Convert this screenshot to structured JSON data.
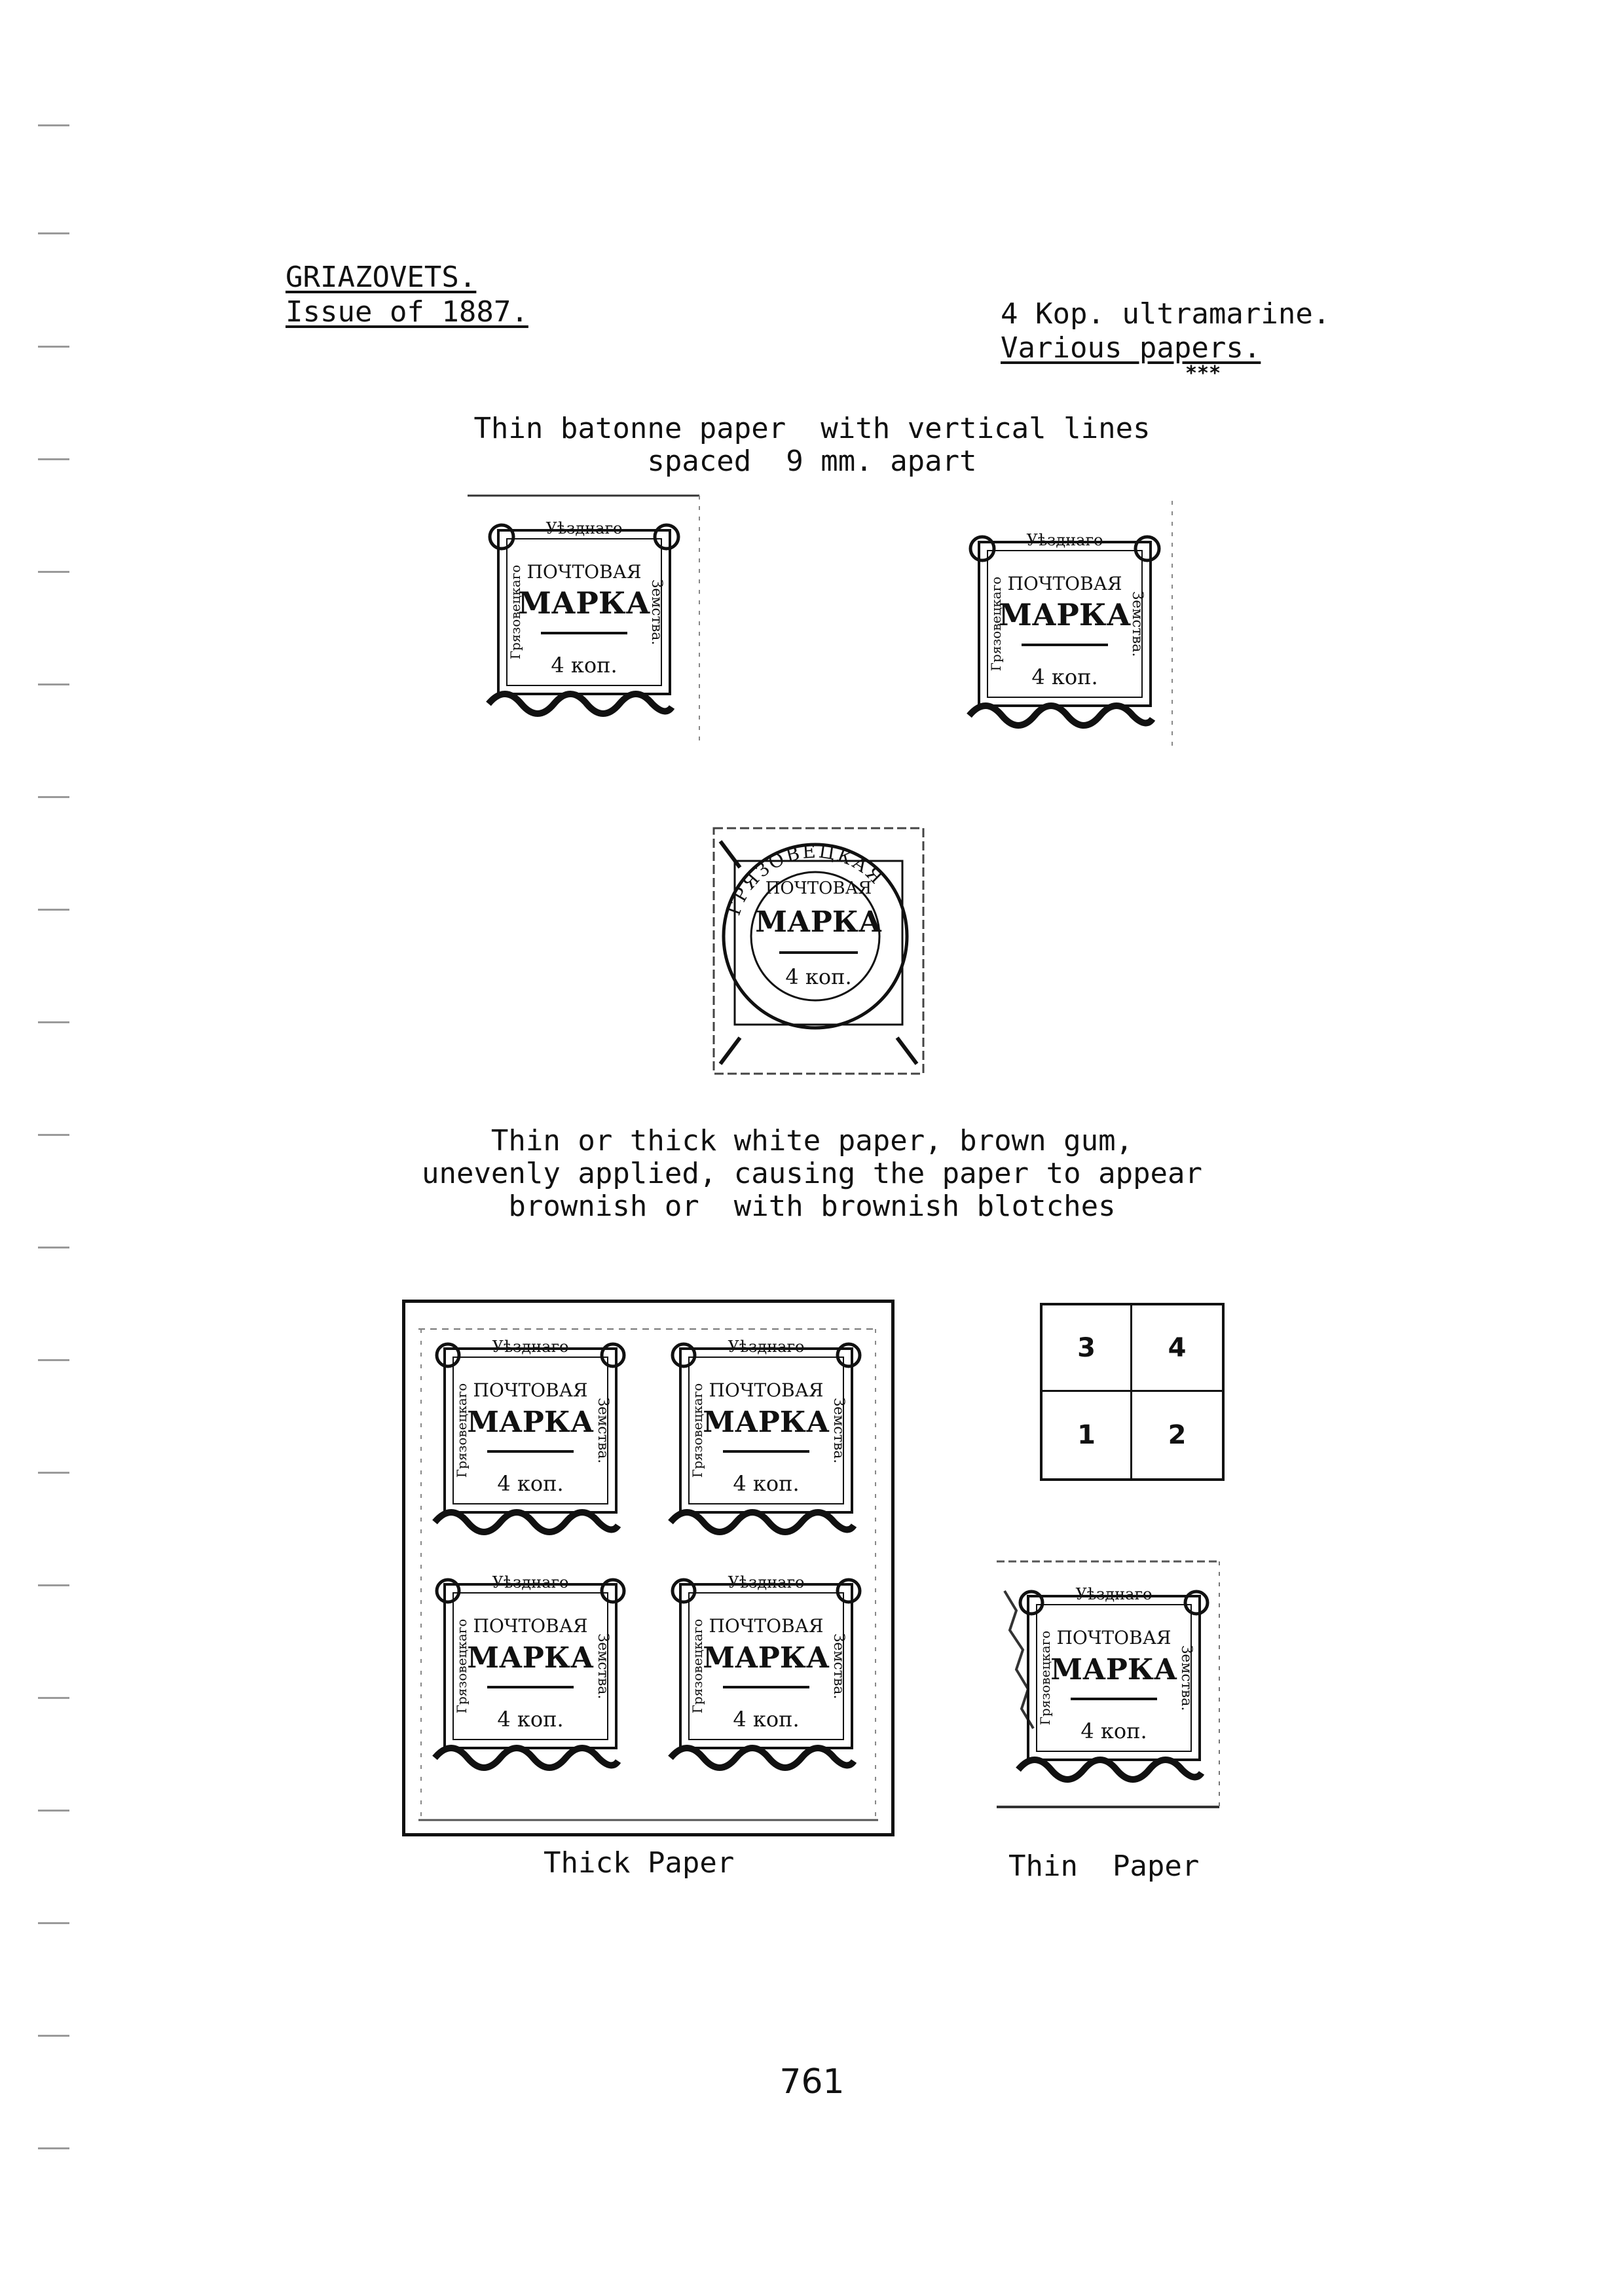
{
  "header": {
    "title": "GRIAZOVETS.",
    "issue": "Issue of 1887.",
    "value": "4 Kop. ultramarine.",
    "papers": "Various papers.",
    "stars": "***"
  },
  "sections": {
    "batonne_caption": "Thin batonne paper  with vertical lines\nspaced  9 mm. apart",
    "white_caption": "Thin or thick white paper, brown gum,\nunevenly applied, causing the paper to appear\nbrownish or  with brownish blotches"
  },
  "stamp_text": {
    "top": "Уѣзднаго",
    "middle1": "ПОЧТОВАЯ",
    "middle2": "МАРКА",
    "bottom": "4 коп.",
    "left": "Грязовецкаго",
    "right": "Земства.",
    "postmark": "ГРЯЗОВЕЦКАЯ"
  },
  "position_grid": {
    "cells": [
      "3",
      "4",
      "1",
      "2"
    ]
  },
  "labels": {
    "thick": "Thick Paper",
    "thin": "Thin  Paper"
  },
  "page_number": "761"
}
